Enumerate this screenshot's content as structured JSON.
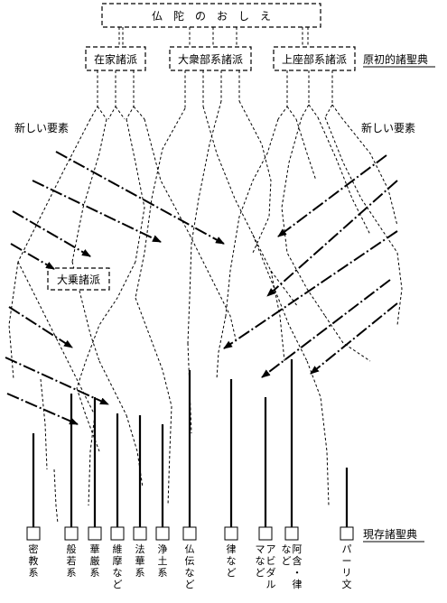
{
  "title": "仏　陀　の　お　し　え",
  "schools": {
    "zaike": "在家諸派",
    "taishubu": "大衆部系諸派",
    "jozabu": "上座部系諸派",
    "original_canon": "原初的諸聖典"
  },
  "new_elements_left": "新しい要素",
  "new_elements_right": "新しい要素",
  "mahayana": "大乗諸派",
  "existing_canon": "現存諸聖典",
  "leaves": [
    {
      "id": "mikkyo",
      "label": "密教系"
    },
    {
      "id": "hannya",
      "label": "般若系"
    },
    {
      "id": "kegon",
      "label": "華厳系"
    },
    {
      "id": "yuima",
      "label": "維摩など"
    },
    {
      "id": "hokke",
      "label": "法華系"
    },
    {
      "id": "jodo",
      "label": "浄土系"
    },
    {
      "id": "butsuden",
      "label": "仏伝など"
    },
    {
      "id": "ritsu",
      "label": "律など"
    },
    {
      "id": "abhidharma",
      "label": "アビダルマなど"
    },
    {
      "id": "agon",
      "label": "阿含・律など"
    },
    {
      "id": "pali",
      "label": "パーリ文"
    }
  ]
}
